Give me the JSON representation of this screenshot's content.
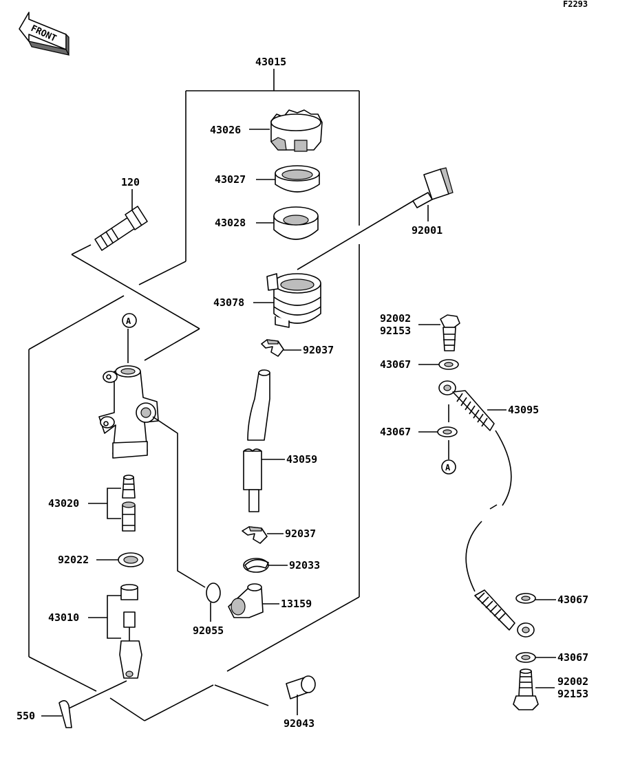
{
  "diagram": {
    "code": "F2293",
    "front_label": "FRONT",
    "ref_marks": {
      "a_top": "A",
      "a_hose": "A"
    },
    "labels": {
      "assembly": "43015",
      "cap": "43026",
      "diaphragm_plate": "43027",
      "diaphragm": "43028",
      "reservoir": "43078",
      "bolt_reservoir": "92001",
      "bolt_mount": "120",
      "banjo_bolt_top": "92002",
      "banjo_bolt_top_alt": "92153",
      "washer_1": "43067",
      "washer_2": "43067",
      "washer_3": "43067",
      "washer_4": "43067",
      "brake_hose": "43095",
      "clamp_upper": "92037",
      "clamp_lower": "92037",
      "reservoir_hose": "43059",
      "piston_kit": "43020",
      "circlip_left": "92022",
      "circlip_right": "92033",
      "elbow": "13159",
      "o_ring": "92055",
      "push_rod": "43010",
      "clevis_pin": "92043",
      "cotter_pin": "550",
      "banjo_bolt_bottom": "92002",
      "banjo_bolt_bottom_alt": "92153"
    }
  }
}
